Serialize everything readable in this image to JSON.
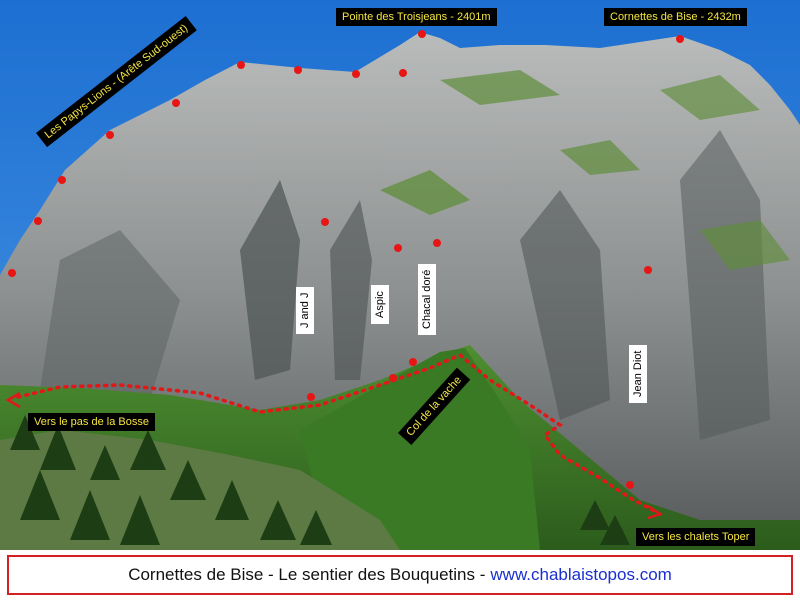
{
  "labels": {
    "papys_lions": "Les Papys-Lions - (Arête Sud-ouest)",
    "troisjeans": "Pointe des Troisjeans - 2401m",
    "cornettes_peak": "Cornettes de Bise - 2432m",
    "j_and_j": "J and J",
    "aspic": "Aspic",
    "chacal_dore": "Chacal doré",
    "jean_diot": "Jean Diot",
    "col_vache": "Col de la vache",
    "pas_bosse": "Vers le pas de la Bosse",
    "chalets_toper": "Vers les chalets Toper"
  },
  "footer": {
    "caption": "Cornettes de Bise - Le sentier des Bouquetins -",
    "link": "www.chablaistopos.com"
  },
  "colors": {
    "sky": "#2b7bd4",
    "rock": "#8f9294",
    "grass": "#3f7f2a",
    "route": "#e01818",
    "label_text": "#f5e642",
    "footer_border": "#d42020",
    "footer_link": "#1a2fd0"
  }
}
